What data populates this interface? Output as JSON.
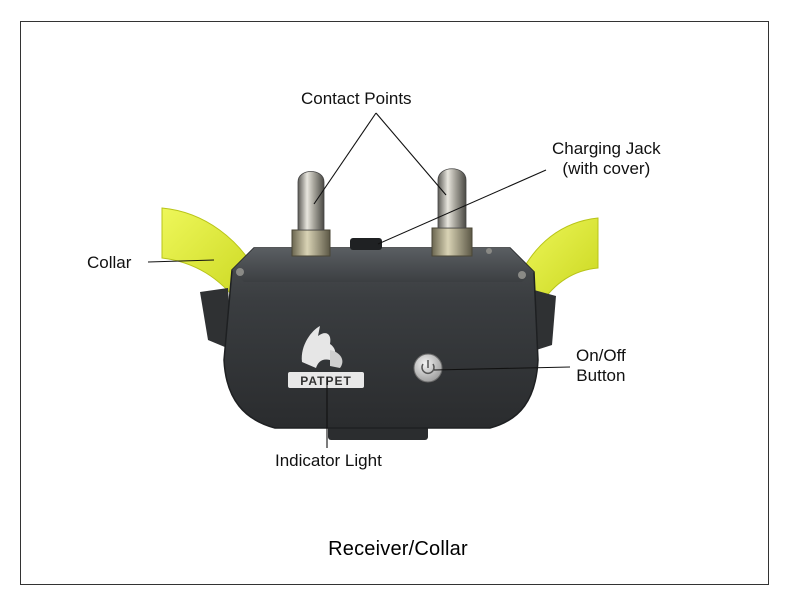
{
  "labels": {
    "contact_points": "Contact Points",
    "charging_jack_line1": "Charging Jack",
    "charging_jack_line2": "(with cover)",
    "collar": "Collar",
    "on_off_line1": "On/Off",
    "on_off_line2": "Button",
    "indicator_light": "Indicator Light"
  },
  "caption": "Receiver/Collar",
  "brand_logo_text": "PATPET",
  "colors": {
    "strap": "#dff03a",
    "body": "#3b3e40",
    "border": "#333333"
  }
}
